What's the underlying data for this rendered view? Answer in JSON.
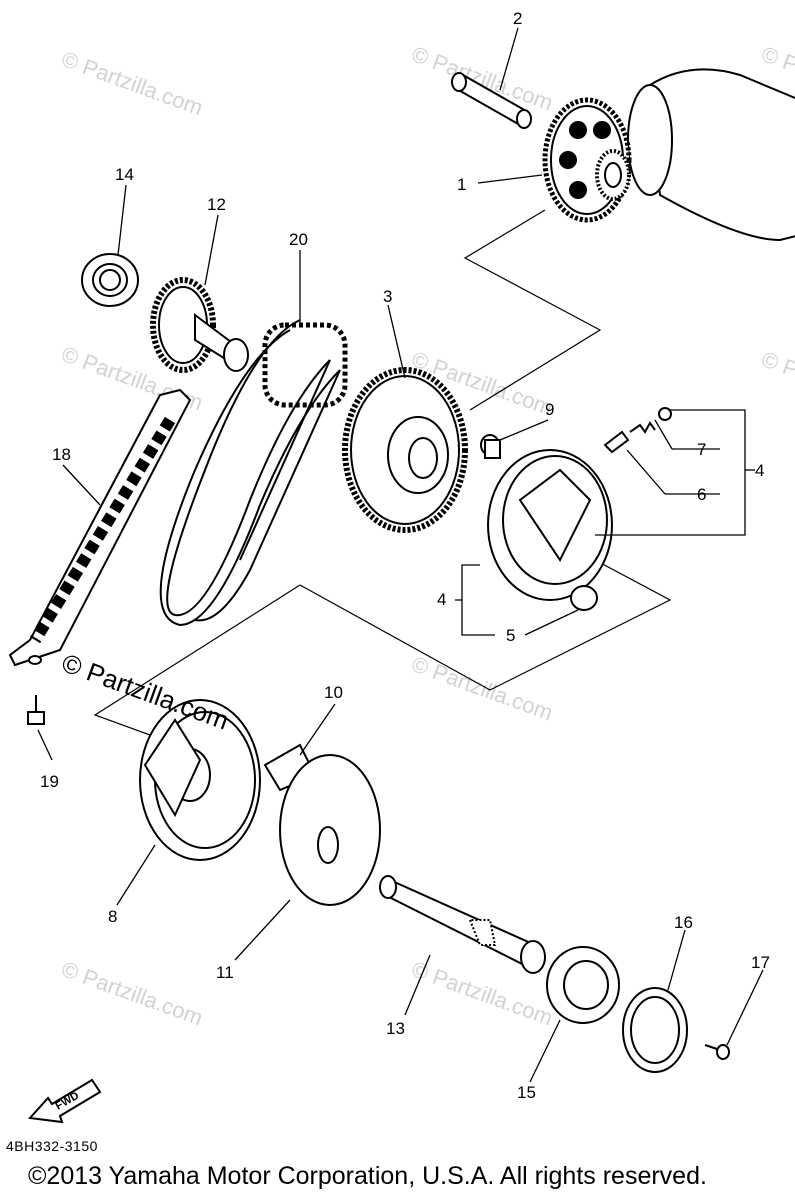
{
  "diagram": {
    "callouts": {
      "c1": "1",
      "c2": "2",
      "c3": "3",
      "c4a": "4",
      "c4b": "4",
      "c5": "5",
      "c6": "6",
      "c7": "7",
      "c8": "8",
      "c9": "9",
      "c10": "10",
      "c11": "11",
      "c12": "12",
      "c13": "13",
      "c14": "14",
      "c15": "15",
      "c16": "16",
      "c17": "17",
      "c18": "18",
      "c19": "19",
      "c20": "20"
    },
    "fwd_label": "FWD",
    "part_code": "4BH332-3150",
    "watermark_main": "© Partzilla.com",
    "watermark_faint": "© Partzilla.com"
  },
  "footer": {
    "copyright": "©2013 Yamaha Motor Corporation, U.S.A. All rights reserved."
  }
}
